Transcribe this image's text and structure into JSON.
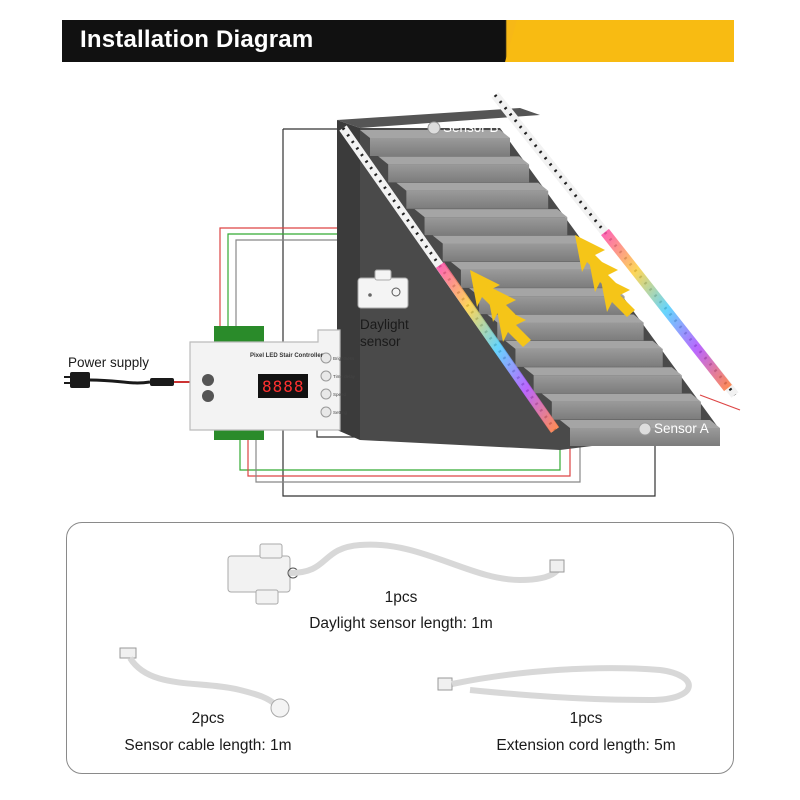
{
  "header": {
    "title": "Installation Diagram",
    "accent_color": "#f8bb12"
  },
  "diagram": {
    "power_supply_label": "Power supply",
    "daylight_sensor_label": "Daylight\nsensor",
    "sensor_b_label": "Sensor B",
    "sensor_a_label": "Sensor A",
    "controller": {
      "title": "Pixel LED Stair Controller",
      "display": "8888",
      "button_labels": [
        "Brightness",
        "Time delay",
        "Speed",
        "Setting"
      ]
    }
  },
  "accessories": [
    {
      "qty": "1pcs",
      "desc": "Daylight sensor length: 1m"
    },
    {
      "qty": "2pcs",
      "desc": "Sensor cable length: 1m"
    },
    {
      "qty": "1pcs",
      "desc": "Extension cord length: 5m"
    }
  ]
}
